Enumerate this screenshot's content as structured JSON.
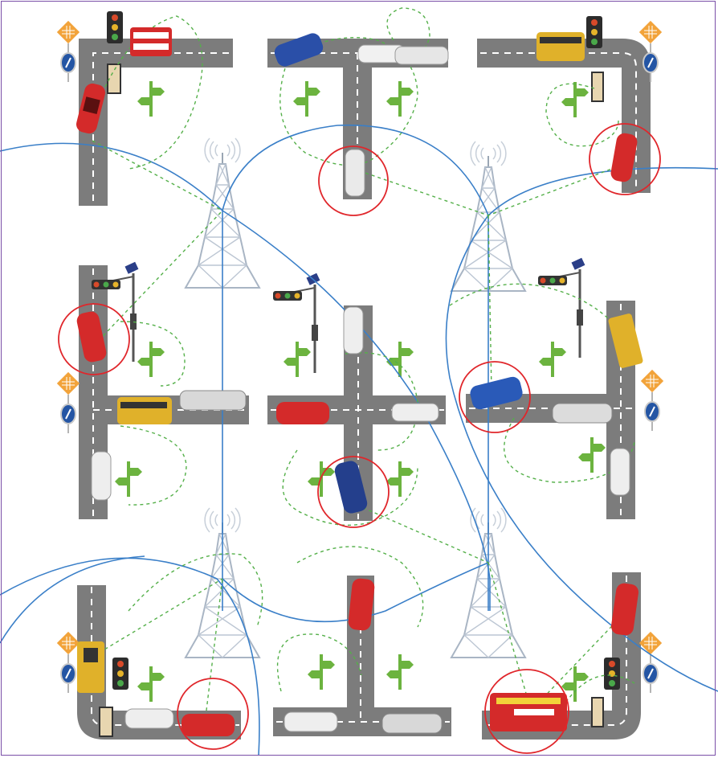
{
  "scene": {
    "description_free": true,
    "colors": {
      "road": "#7c7c7c",
      "road_marking": "#ffffff",
      "coverage_circle": "#3a7fc8",
      "link_dashed": "#55b04a",
      "highlight_ring": "#e0262b",
      "tower": "#b8c4d2",
      "signpost": "#6cb33f",
      "frame": "#7a4fa8"
    },
    "towers": [
      {
        "id": "tower-1",
        "icon": "cell-tower-icon"
      },
      {
        "id": "tower-2",
        "icon": "cell-tower-icon"
      },
      {
        "id": "tower-3",
        "icon": "cell-tower-icon"
      },
      {
        "id": "tower-4",
        "icon": "cell-tower-icon"
      }
    ],
    "vehicles": [
      {
        "icon": "red-bus-icon"
      },
      {
        "icon": "red-car-icon"
      },
      {
        "icon": "blue-car-icon"
      },
      {
        "icon": "white-car-icon"
      },
      {
        "icon": "white-wagon-icon"
      },
      {
        "icon": "school-bus-icon"
      },
      {
        "icon": "red-car-icon"
      },
      {
        "icon": "red-car-icon"
      },
      {
        "icon": "school-bus-icon"
      },
      {
        "icon": "silver-wagon-icon"
      },
      {
        "icon": "white-car-icon"
      },
      {
        "icon": "white-car-icon"
      },
      {
        "icon": "red-sports-car-icon"
      },
      {
        "icon": "white-car-icon"
      },
      {
        "icon": "blue-car-icon"
      },
      {
        "icon": "crane-truck-icon"
      },
      {
        "icon": "blue-car-icon"
      },
      {
        "icon": "silver-car-icon"
      },
      {
        "icon": "white-car-icon"
      },
      {
        "icon": "excavator-icon"
      },
      {
        "icon": "white-car-icon"
      },
      {
        "icon": "red-sports-car-icon"
      },
      {
        "icon": "red-car-icon"
      },
      {
        "icon": "white-car-icon"
      },
      {
        "icon": "silver-wagon-icon"
      },
      {
        "icon": "red-car-icon"
      },
      {
        "icon": "fire-truck-icon"
      }
    ]
  }
}
